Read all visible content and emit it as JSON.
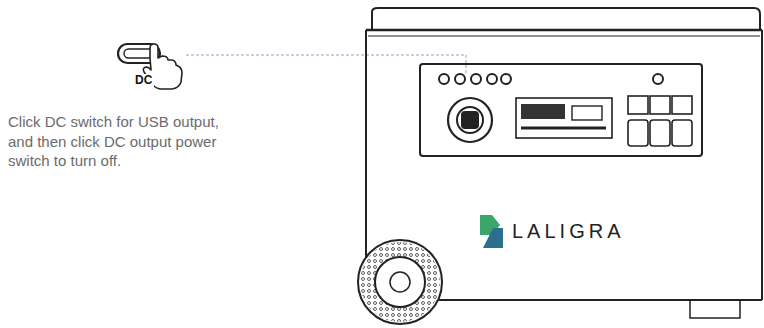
{
  "diagram": {
    "labels": [
      "DC",
      "Click DC switch for USB output, and then click DC output power switch to turn off.",
      "LALIGRA"
    ]
  }
}
